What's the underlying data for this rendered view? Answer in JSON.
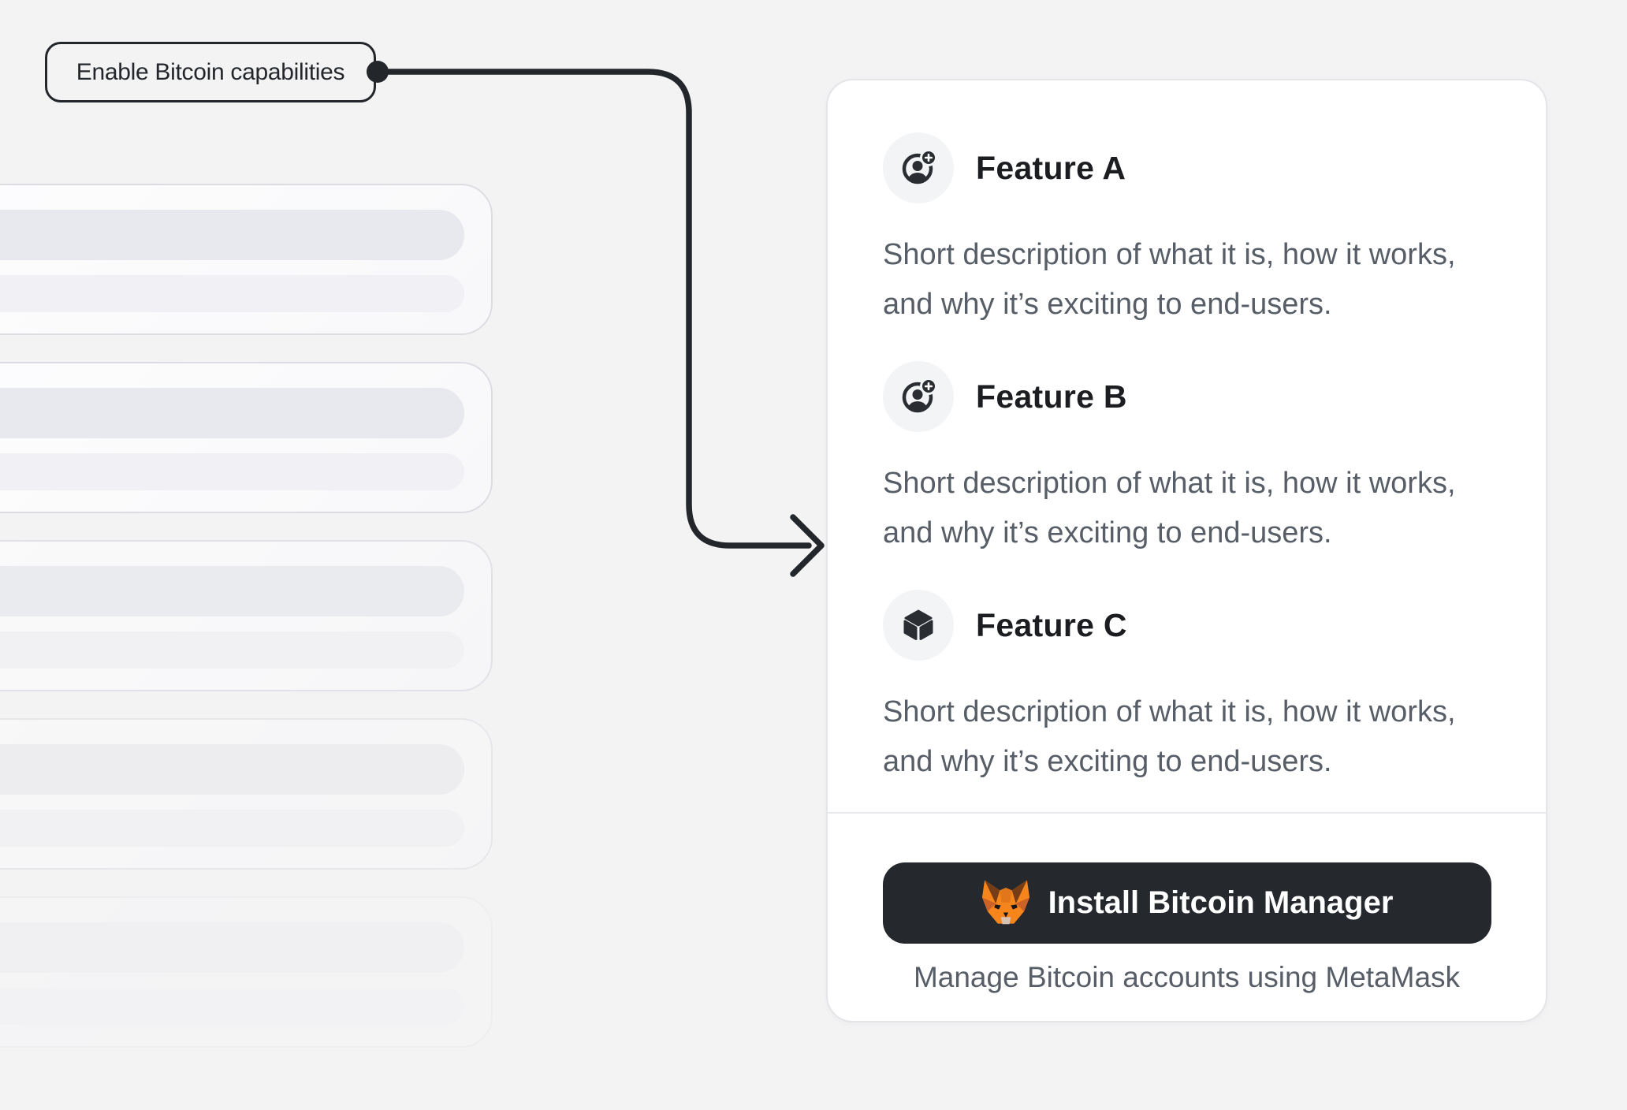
{
  "annotation": {
    "label": "Enable Bitcoin capabilities"
  },
  "skeleton": {
    "card_count": 5,
    "bars_per_card": 2
  },
  "panel": {
    "features": [
      {
        "icon": "user-add-icon",
        "title": "Feature A",
        "description": "Short description of what it is, how it works, and why it’s exciting to end-users."
      },
      {
        "icon": "user-add-icon",
        "title": "Feature B",
        "description": "Short description of what it is, how it works, and why it’s exciting to end-users."
      },
      {
        "icon": "cube-icon",
        "title": "Feature C",
        "description": "Short description of what it is, how it works, and why it’s exciting to end-users."
      }
    ],
    "install_button": {
      "icon": "metamask-fox-icon",
      "label": "Install Bitcoin Manager"
    },
    "caption": "Manage Bitcoin accounts using MetaMask"
  },
  "colors": {
    "page_background": "#f3f3f4",
    "ink": "#23262b",
    "title_text": "#1b1d21",
    "body_text": "#575e67",
    "button_background": "#25282d",
    "button_text": "#ffffff",
    "fox_orange": "#f6851b"
  }
}
